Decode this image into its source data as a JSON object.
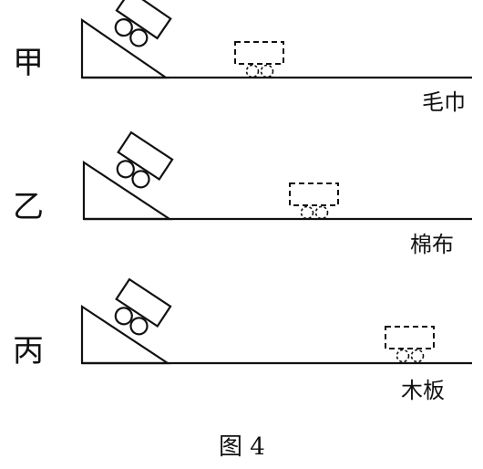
{
  "rows": [
    {
      "label": "甲",
      "surface": "毛巾"
    },
    {
      "label": "乙",
      "surface": "棉布"
    },
    {
      "label": "丙",
      "surface": "木板"
    }
  ],
  "caption": "图 4"
}
